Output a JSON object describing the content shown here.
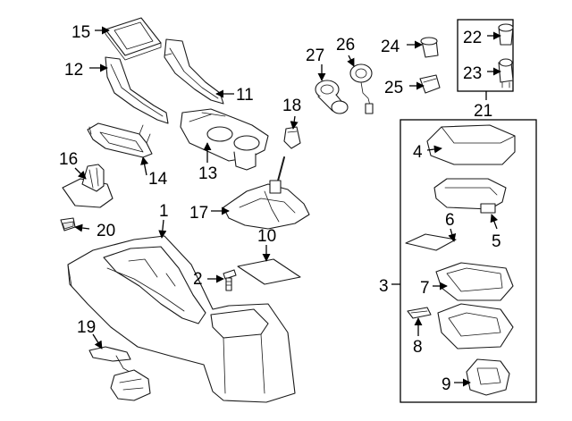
{
  "labels": {
    "l1": "1",
    "l2": "2",
    "l3": "3",
    "l4": "4",
    "l5": "5",
    "l6": "6",
    "l7": "7",
    "l8": "8",
    "l9": "9",
    "l10": "10",
    "l11": "11",
    "l12": "12",
    "l13": "13",
    "l14": "14",
    "l15": "15",
    "l16": "16",
    "l17": "17",
    "l18": "18",
    "l19": "19",
    "l20": "20",
    "l21": "21",
    "l22": "22",
    "l23": "23",
    "l24": "24",
    "l25": "25",
    "l26": "26",
    "l27": "27"
  }
}
